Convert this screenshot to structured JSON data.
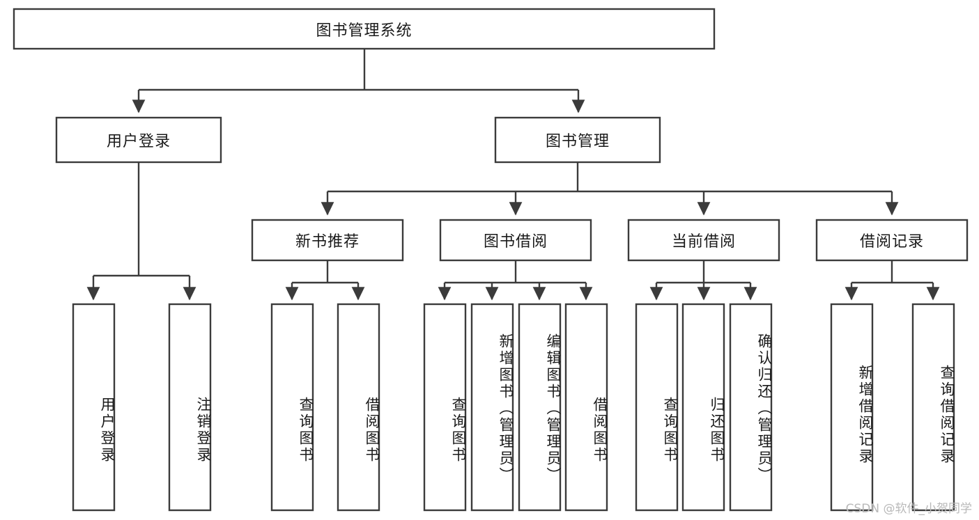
{
  "diagram": {
    "title": "图书管理系统",
    "type": "hierarchy-tree",
    "watermark": "CSDN @软件_小贺同学",
    "colors": {
      "box_stroke": "#3b3b3b",
      "box_fill": "#ffffff",
      "text": "#1a1a1a",
      "background": "#ffffff",
      "watermark": "#b9b9b9"
    },
    "root": {
      "label": "图书管理系统"
    },
    "level2": [
      {
        "label": "用户登录"
      },
      {
        "label": "图书管理"
      }
    ],
    "level3": [
      {
        "label": "新书推荐"
      },
      {
        "label": "图书借阅"
      },
      {
        "label": "当前借阅"
      },
      {
        "label": "借阅记录"
      }
    ],
    "leaves": {
      "user_login": [
        {
          "label": "用户登录"
        },
        {
          "label": "注销登录"
        }
      ],
      "new_book_recommend": [
        {
          "label": "查询图书"
        },
        {
          "label": "借阅图书"
        }
      ],
      "book_borrow": [
        {
          "label": "查询图书"
        },
        {
          "label": "新增图书（管理员）"
        },
        {
          "label": "编辑图书（管理员）"
        },
        {
          "label": "借阅图书"
        }
      ],
      "current_borrow": [
        {
          "label": "查询图书"
        },
        {
          "label": "归还图书"
        },
        {
          "label": "确认归还（管理员）"
        }
      ],
      "borrow_record": [
        {
          "label": "新增借阅记录"
        },
        {
          "label": "查询借阅记录"
        }
      ]
    }
  }
}
